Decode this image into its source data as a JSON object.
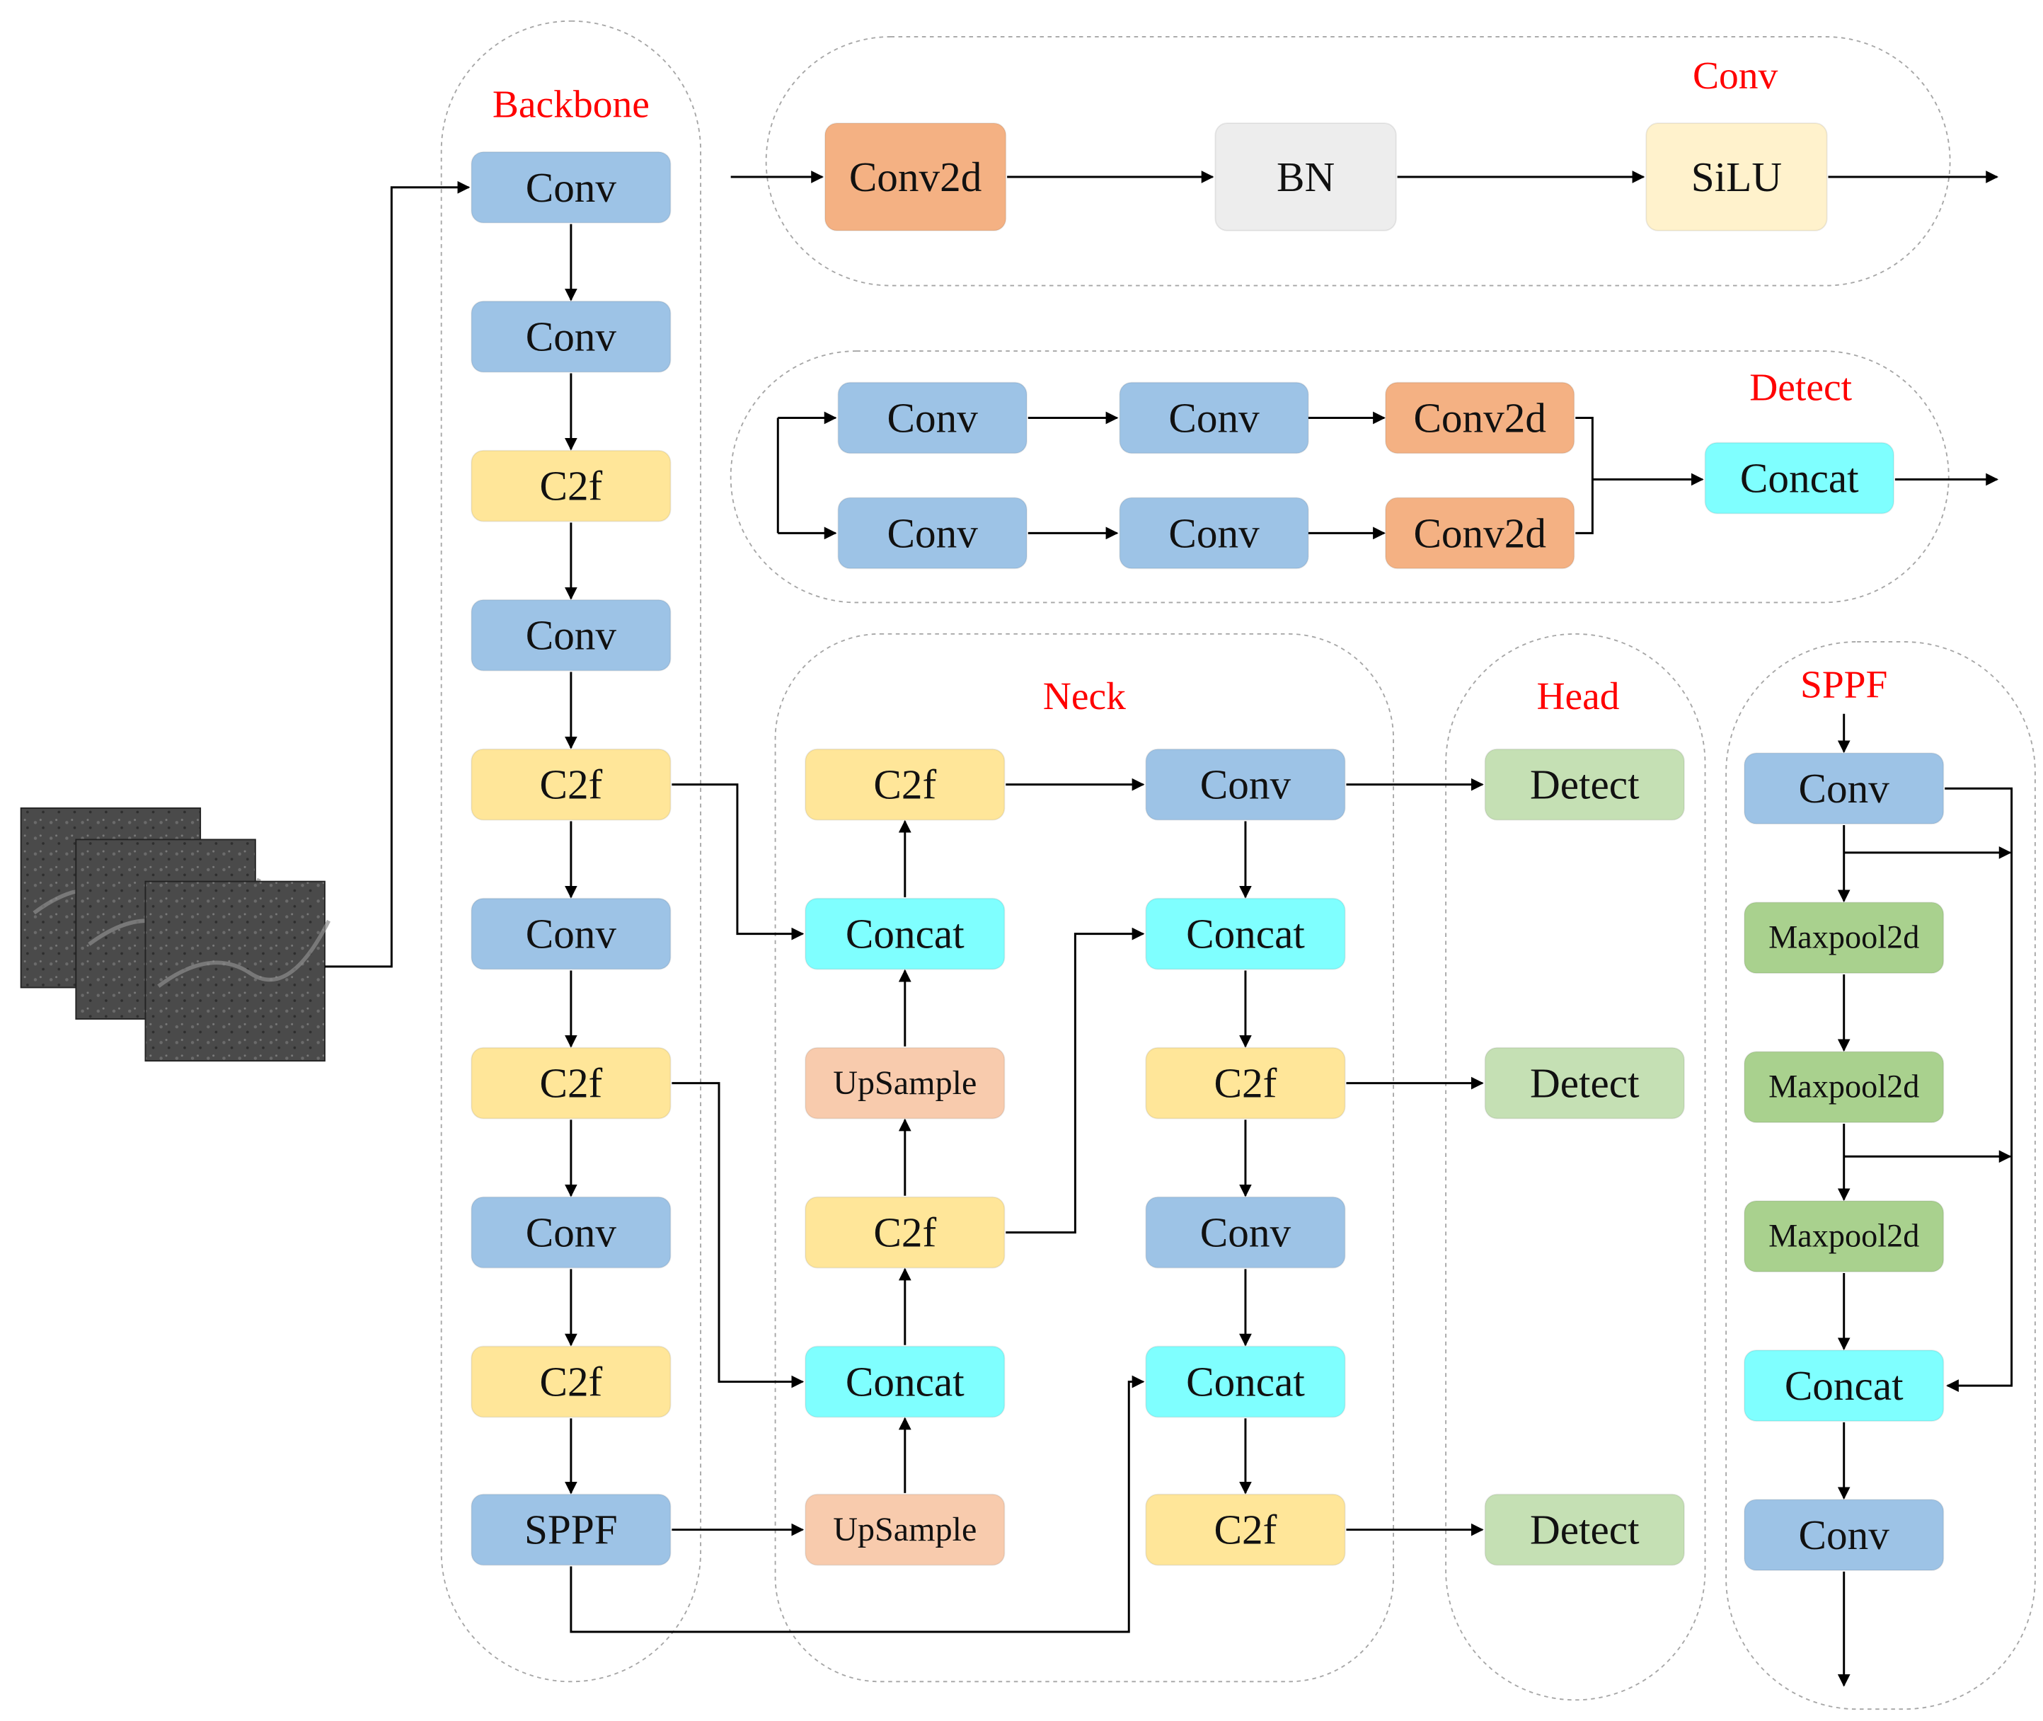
{
  "colors": {
    "conv_blue": "#9DC3E6",
    "c2f_yellow": "#FFE699",
    "concat_cyan": "#7FFFFF",
    "upsample_peach": "#F8CBAD",
    "detect_green": "#C5E0B4",
    "maxpool_green": "#A9D18E",
    "conv2d_orange": "#F4B183",
    "bn_gray": "#EDEDED",
    "silu_cream": "#FFF2CC",
    "group_title_red": "#FF0000",
    "group_border": "#A6A6A6",
    "arrow": "#000000",
    "input_image": "#3b3b3b"
  },
  "input": {
    "icon": "input-image-stack-icon",
    "frames": 3
  },
  "groups": {
    "backbone": {
      "title": "Backbone"
    },
    "conv": {
      "title": "Conv"
    },
    "detect": {
      "title": "Detect"
    },
    "neck": {
      "title": "Neck"
    },
    "head": {
      "title": "Head"
    },
    "sppf": {
      "title": "SPPF"
    }
  },
  "backbone": {
    "nodes": [
      "Conv",
      "Conv",
      "C2f",
      "Conv",
      "C2f",
      "Conv",
      "C2f",
      "Conv",
      "C2f",
      "SPPF"
    ]
  },
  "conv_block": {
    "nodes": [
      "Conv2d",
      "BN",
      "SiLU"
    ]
  },
  "detect_block": {
    "row1": [
      "Conv",
      "Conv",
      "Conv2d"
    ],
    "row2": [
      "Conv",
      "Conv",
      "Conv2d"
    ],
    "merge": "Concat"
  },
  "neck": {
    "left": [
      "C2f",
      "Concat",
      "UpSample",
      "C2f",
      "Concat",
      "UpSample"
    ],
    "right": [
      "Conv",
      "Concat",
      "C2f",
      "Conv",
      "Concat",
      "C2f"
    ]
  },
  "head": {
    "nodes": [
      "Detect",
      "Detect",
      "Detect"
    ]
  },
  "sppf_block": {
    "nodes": [
      "Conv",
      "Maxpool2d",
      "Maxpool2d",
      "Maxpool2d",
      "Concat",
      "Conv"
    ]
  }
}
